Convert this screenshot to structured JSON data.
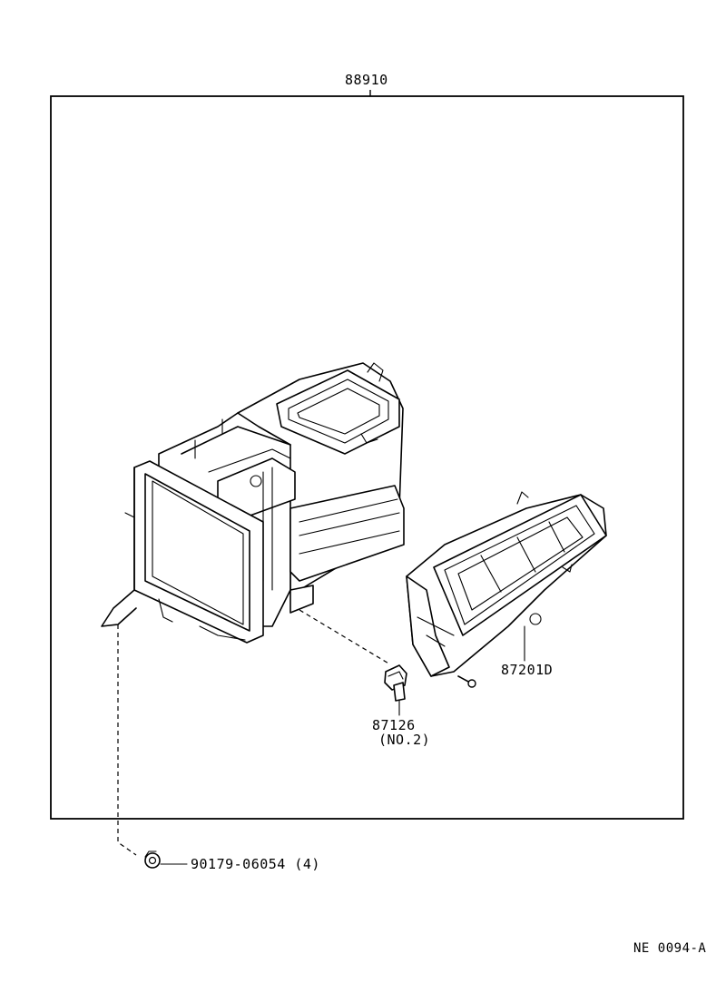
{
  "diagram": {
    "assembly_part_number": "88910",
    "parts": [
      {
        "part_number": "87201D",
        "note": ""
      },
      {
        "part_number": "87126",
        "note": "(NO.2)"
      },
      {
        "part_number": "90179-06054",
        "quantity": "(4)"
      }
    ],
    "fastener_label": "90179-06054 (4)",
    "figure_code": "NE  0094-A"
  }
}
